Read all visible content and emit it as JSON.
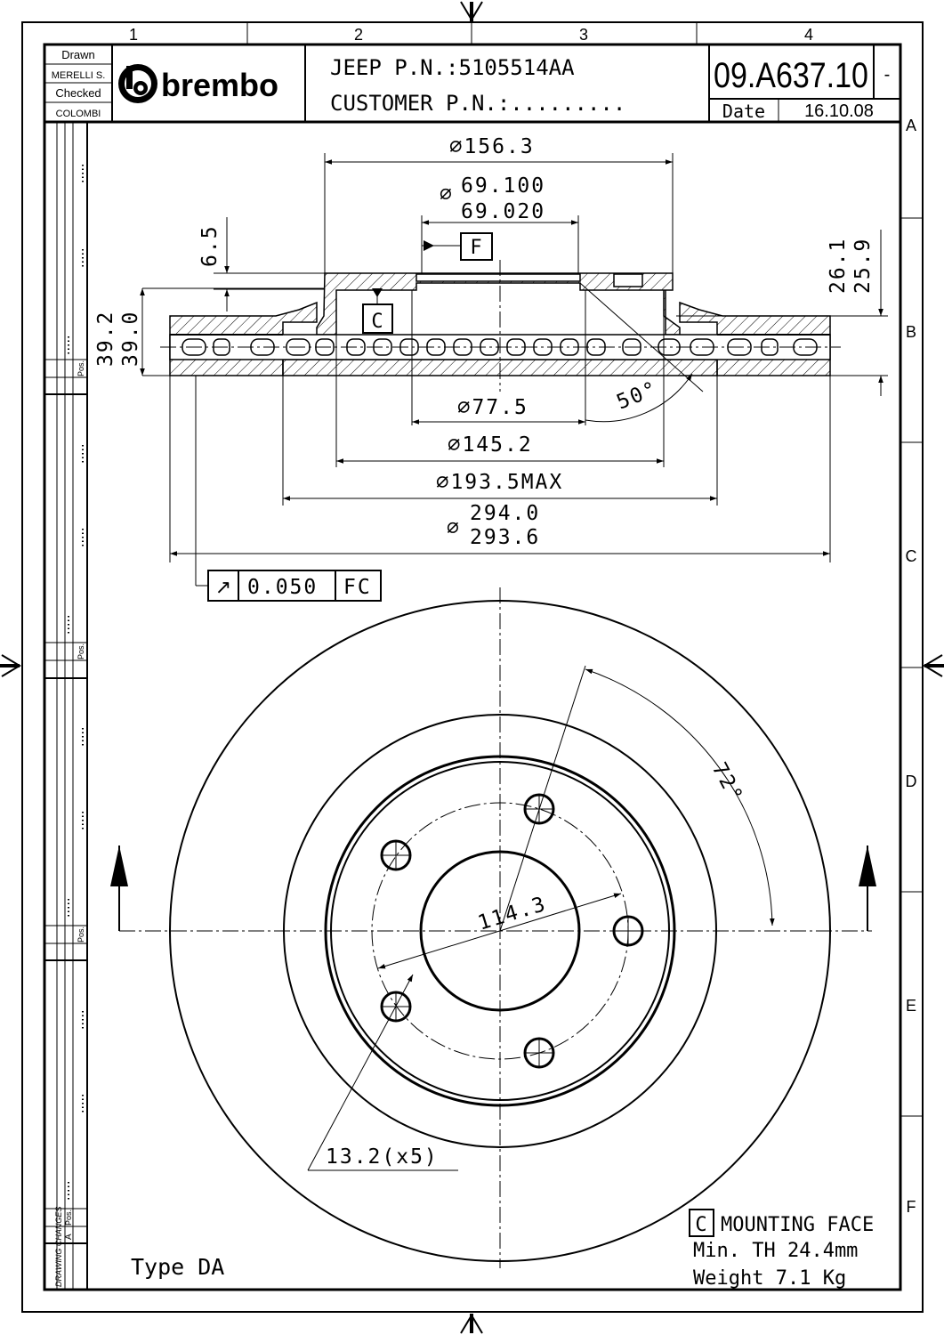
{
  "grid": {
    "columns": [
      "1",
      "2",
      "3",
      "4"
    ],
    "rows": [
      "A",
      "B",
      "C",
      "D",
      "E",
      "F"
    ]
  },
  "title_block": {
    "drawn_label": "Drawn",
    "drawn_by": "MERELLI S.",
    "checked_label": "Checked",
    "checked_by": "COLOMBI",
    "brand": "brembo",
    "jeep_pn": "JEEP P.N.:5105514AA",
    "customer_pn": "CUSTOMER P.N.:.........",
    "drawing_number": "09.A637.10",
    "revision": "-",
    "date_label": "Date",
    "date": "16.10.08"
  },
  "side_table": {
    "pos_label": "Pos.",
    "a_label": "A",
    "drawing_changes": "DRAWING CHANGES"
  },
  "section_view": {
    "dims": {
      "d156": "156.3",
      "d69_upper": "69.100",
      "d69_lower": "69.020",
      "datum_f": "F",
      "datum_c": "C",
      "h6_5": "6.5",
      "h39_2": "39.2",
      "h39_0": "39.0",
      "h26_1": "26.1",
      "h25_9": "25.9",
      "d77": "77.5",
      "angle50": "50°",
      "d145": "145.2",
      "d193": "193.5MAX",
      "d294_upper": "294.0",
      "d293_lower": "293.6"
    },
    "tolerance": {
      "symbol": "↗",
      "value": "0.050",
      "datums": "FC"
    }
  },
  "front_view": {
    "pcd": "114.3",
    "angle72": "72°",
    "holes": "13.2(x5)"
  },
  "notes": {
    "type": "Type DA",
    "mounting_letter": "C",
    "mounting_face": "MOUNTING FACE",
    "min_th": "Min. TH 24.4mm",
    "weight": "Weight 7.1 Kg"
  }
}
